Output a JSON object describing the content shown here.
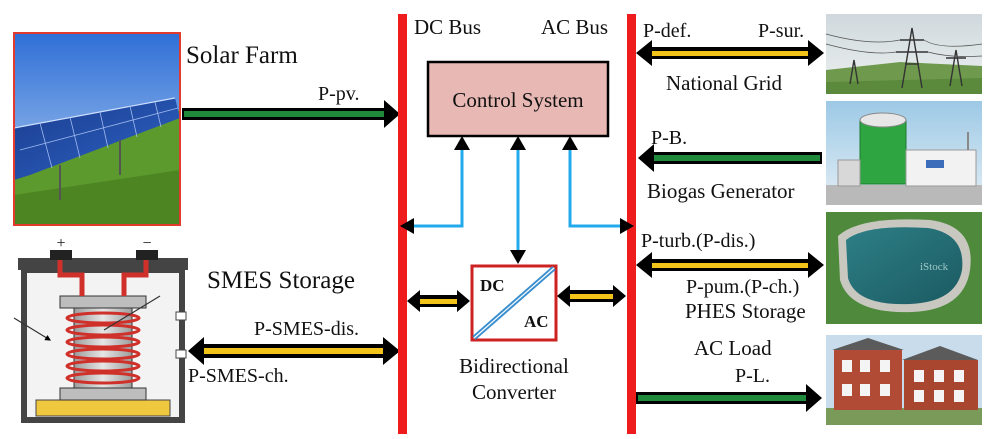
{
  "buses": {
    "dc_label": "DC Bus",
    "ac_label": "AC Bus",
    "color": "#ee1c1c"
  },
  "sources": {
    "solar": {
      "title": "Solar Farm",
      "flow": "P-pv."
    },
    "smes": {
      "title": "SMES Storage",
      "flow_dis": "P-SMES-dis.",
      "flow_ch": "P-SMES-ch."
    },
    "grid": {
      "title": "National Grid",
      "flow_def": "P-def.",
      "flow_sur": "P-sur."
    },
    "biogas": {
      "title": "Biogas Generator",
      "flow": "P-B."
    },
    "phes": {
      "title": "PHES Storage",
      "flow_dis": "P-turb.(P-dis.)",
      "flow_ch": "P-pum.(P-ch.)"
    },
    "load": {
      "title": "AC Load",
      "flow": "P-L."
    }
  },
  "control": {
    "label": "Control System",
    "fill": "#e8b9b4"
  },
  "converter": {
    "dc_label": "DC",
    "ac_label": "AC",
    "caption_line1": "Bidirectional",
    "caption_line2": "Converter"
  },
  "colors": {
    "green_flow": "#1f8a3c",
    "yellow_flow": "#f2c318",
    "signal": "#22aaee",
    "accent_border": "#e23b2e"
  }
}
